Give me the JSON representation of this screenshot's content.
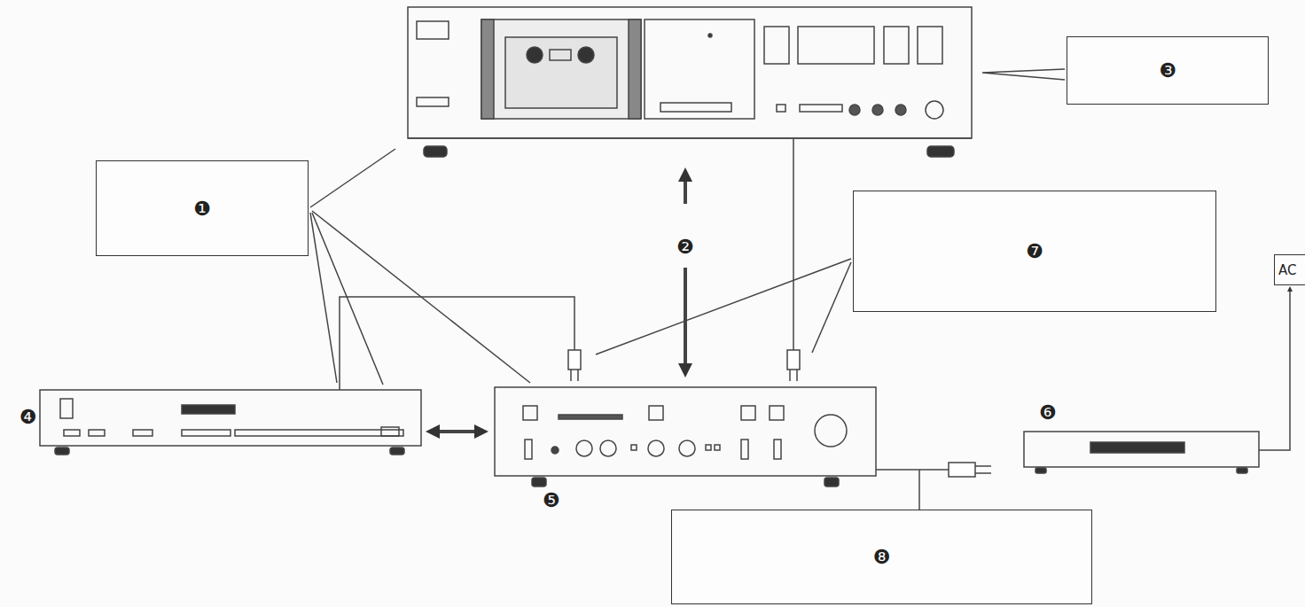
{
  "diagram": {
    "nodes": [
      {
        "text": [
          "❶"
        ]
      },
      {
        "text": [
          "❸"
        ]
      },
      {
        "text": [
          "❼"
        ]
      },
      {
        "text": [
          "❽"
        ]
      },
      {
        "text": [
          "AC"
        ]
      }
    ],
    "labels": [
      "❷",
      "❹",
      "❺",
      "❻"
    ]
  }
}
